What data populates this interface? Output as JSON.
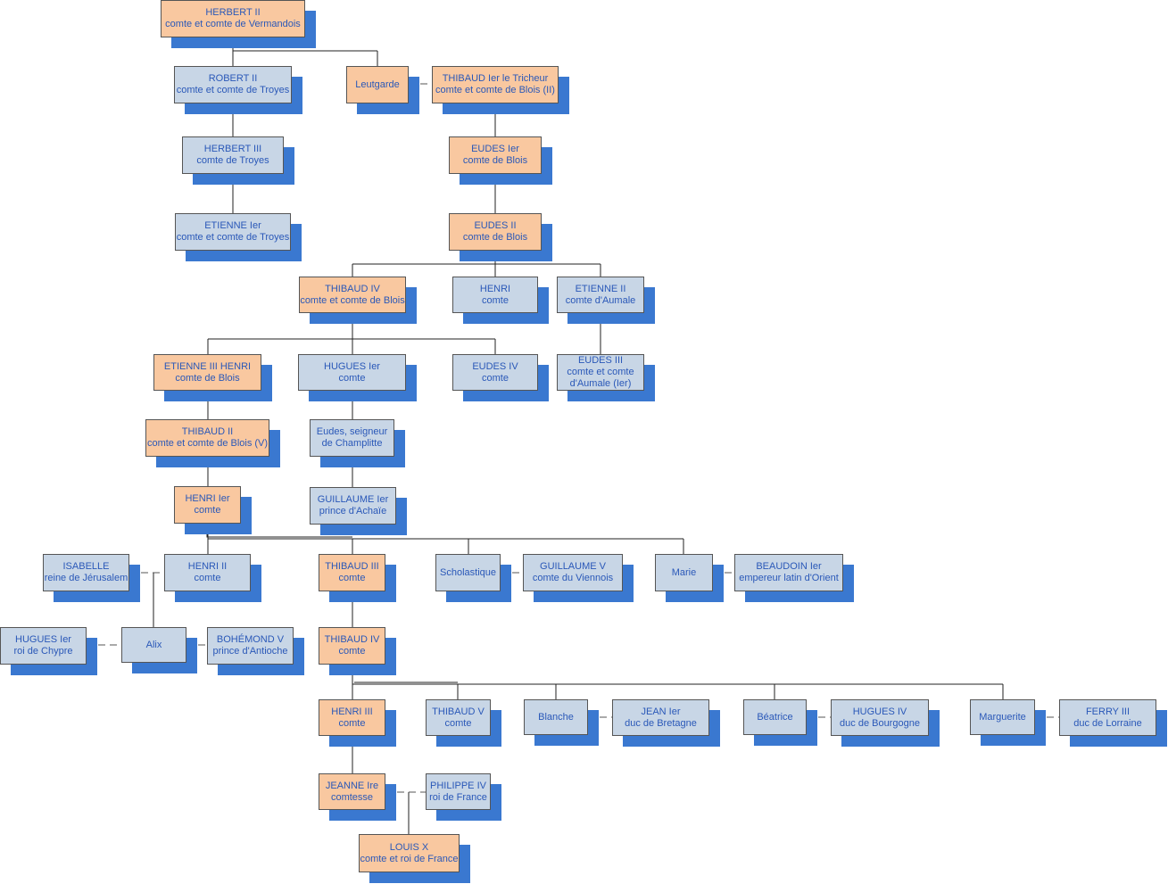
{
  "nodes": [
    {
      "id": "herbert2",
      "line1": "HERBERT II",
      "line2": "comte et comte de Vermandois",
      "kind": "c"
    },
    {
      "id": "robert2",
      "line1": "ROBERT II",
      "line2": "comte et comte de Troyes",
      "kind": "b"
    },
    {
      "id": "leutgarde",
      "line1": "Leutgarde",
      "line2": "",
      "kind": "c"
    },
    {
      "id": "thibaud1",
      "line1": "THIBAUD Ier le Tricheur",
      "line2": "comte et comte de Blois (II)",
      "kind": "c"
    },
    {
      "id": "herbert3",
      "line1": "HERBERT III",
      "line2": "comte de Troyes",
      "kind": "b"
    },
    {
      "id": "eudes1",
      "line1": "EUDES Ier",
      "line2": "comte de Blois",
      "kind": "c"
    },
    {
      "id": "etienne1",
      "line1": "ETIENNE Ier",
      "line2": "comte et comte de Troyes",
      "kind": "b"
    },
    {
      "id": "eudes2",
      "line1": "EUDES II",
      "line2": "comte de Blois",
      "kind": "c"
    },
    {
      "id": "thibaud4a",
      "line1": "THIBAUD IV",
      "line2": "comte et comte de Blois",
      "kind": "c"
    },
    {
      "id": "henri",
      "line1": "HENRI",
      "line2": "comte",
      "kind": "b"
    },
    {
      "id": "etienne2",
      "line1": "ETIENNE II",
      "line2": "comte d'Aumale",
      "kind": "b"
    },
    {
      "id": "etienne3",
      "line1": "ETIENNE III HENRI",
      "line2": "comte de Blois",
      "kind": "c"
    },
    {
      "id": "hugues1",
      "line1": "HUGUES Ier",
      "line2": "comte",
      "kind": "b"
    },
    {
      "id": "eudes4",
      "line1": "EUDES IV",
      "line2": "comte",
      "kind": "b"
    },
    {
      "id": "eudes3",
      "line1": "EUDES III",
      "line2": "comte et comte",
      "line3": "d'Aumale (Ier)",
      "kind": "b"
    },
    {
      "id": "thibaud2",
      "line1": "THIBAUD II",
      "line2": "comte et comte de Blois (V)",
      "kind": "c"
    },
    {
      "id": "eudesch",
      "line1": "Eudes, seigneur",
      "line2": "de Champlitte",
      "kind": "b"
    },
    {
      "id": "henri1",
      "line1": "HENRI Ier",
      "line2": "comte",
      "kind": "c"
    },
    {
      "id": "guillaume",
      "line1": "GUILLAUME Ier",
      "line2": "prince d'Achaïe",
      "kind": "b"
    },
    {
      "id": "isabelle",
      "line1": "ISABELLE",
      "line2": "reine de Jérusalem",
      "kind": "b"
    },
    {
      "id": "henri2",
      "line1": "HENRI II",
      "line2": "comte",
      "kind": "b"
    },
    {
      "id": "thibaud3",
      "line1": "THIBAUD III",
      "line2": "comte",
      "kind": "c"
    },
    {
      "id": "scholastique",
      "line1": "Scholastique",
      "line2": "",
      "kind": "b"
    },
    {
      "id": "guillaume5",
      "line1": "GUILLAUME V",
      "line2": "comte du Viennois",
      "kind": "b"
    },
    {
      "id": "marie",
      "line1": "Marie",
      "line2": "",
      "kind": "b"
    },
    {
      "id": "beaudoin",
      "line1": "BEAUDOIN Ier",
      "line2": "empereur latin d'Orient",
      "kind": "b"
    },
    {
      "id": "huguesch",
      "line1": "HUGUES Ier",
      "line2": "roi de Chypre",
      "kind": "b"
    },
    {
      "id": "alix",
      "line1": "Alix",
      "line2": "",
      "kind": "b"
    },
    {
      "id": "bohemond",
      "line1": "BOHÉMOND V",
      "line2": "prince d'Antioche",
      "kind": "b"
    },
    {
      "id": "thibaud4b",
      "line1": "THIBAUD IV",
      "line2": "comte",
      "kind": "c"
    },
    {
      "id": "henri3",
      "line1": "HENRI III",
      "line2": "comte",
      "kind": "c"
    },
    {
      "id": "thibaud5",
      "line1": "THIBAUD V",
      "line2": "comte",
      "kind": "b"
    },
    {
      "id": "blanche",
      "line1": "Blanche",
      "line2": "",
      "kind": "b"
    },
    {
      "id": "jean1",
      "line1": "JEAN Ier",
      "line2": "duc de Bretagne",
      "kind": "b"
    },
    {
      "id": "beatrice",
      "line1": "Béatrice",
      "line2": "",
      "kind": "b"
    },
    {
      "id": "hugues4",
      "line1": "HUGUES IV",
      "line2": "duc de Bourgogne",
      "kind": "b"
    },
    {
      "id": "marguerite",
      "line1": "Marguerite",
      "line2": "",
      "kind": "b"
    },
    {
      "id": "ferry3",
      "line1": "FERRY III",
      "line2": "duc de Lorraine",
      "kind": "b"
    },
    {
      "id": "jeanne",
      "line1": "JEANNE Ire",
      "line2": "comtesse",
      "kind": "c"
    },
    {
      "id": "philippe4",
      "line1": "PHILIPPE IV",
      "line2": "roi de France",
      "kind": "b"
    },
    {
      "id": "louisx",
      "line1": "LOUIS X",
      "line2": "comte et roi de France",
      "kind": "c"
    }
  ],
  "colors": {
    "count_box": "#f9c8a0",
    "other_box": "#c8d6e6",
    "shadow": "#3a78d0",
    "text": "#2a58b8",
    "line": "#222222"
  }
}
